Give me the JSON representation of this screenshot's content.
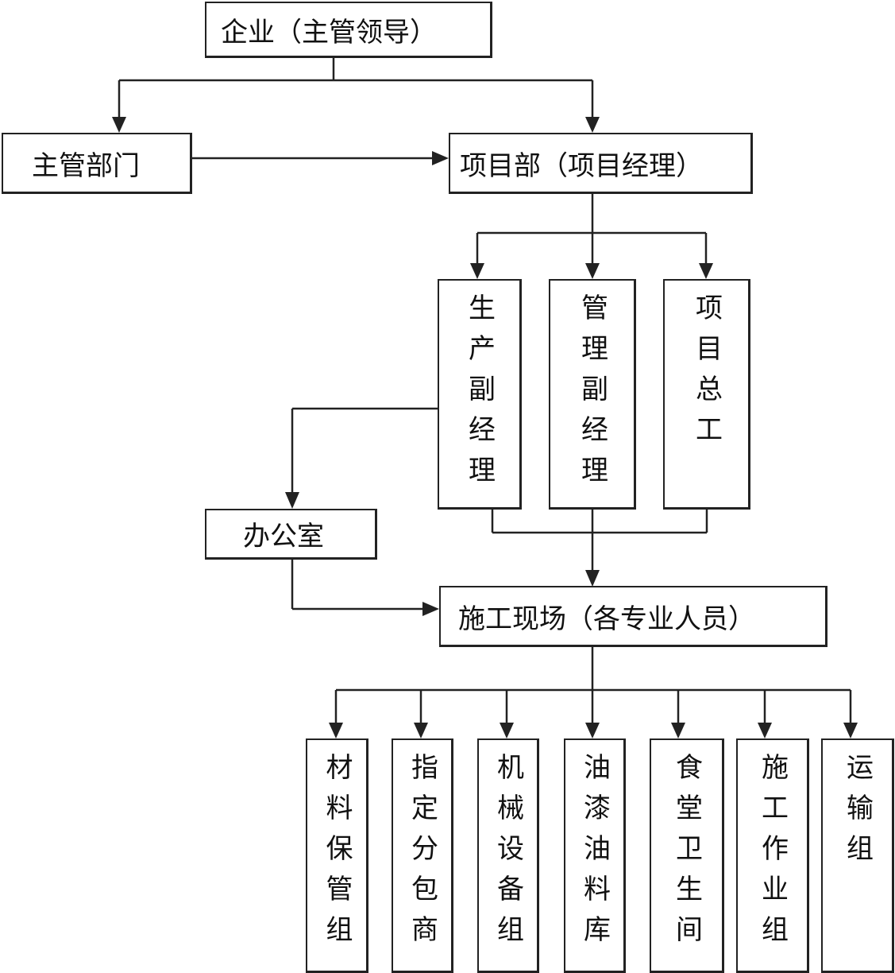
{
  "nodes": {
    "enterprise": "企业（主管领导）",
    "dept": "主管部门",
    "project": "项目部（项目经理）",
    "prod_vm": "生产副经理",
    "mgmt_vm": "管理副经理",
    "chief_eng": "项目总工",
    "office": "办公室",
    "site": "施工现场（各专业人员）",
    "groups": [
      "材料保管组",
      "指定分包商",
      "机械设备组",
      "油漆油料库",
      "食堂卫生间",
      "施工作业组",
      "运输组"
    ]
  }
}
